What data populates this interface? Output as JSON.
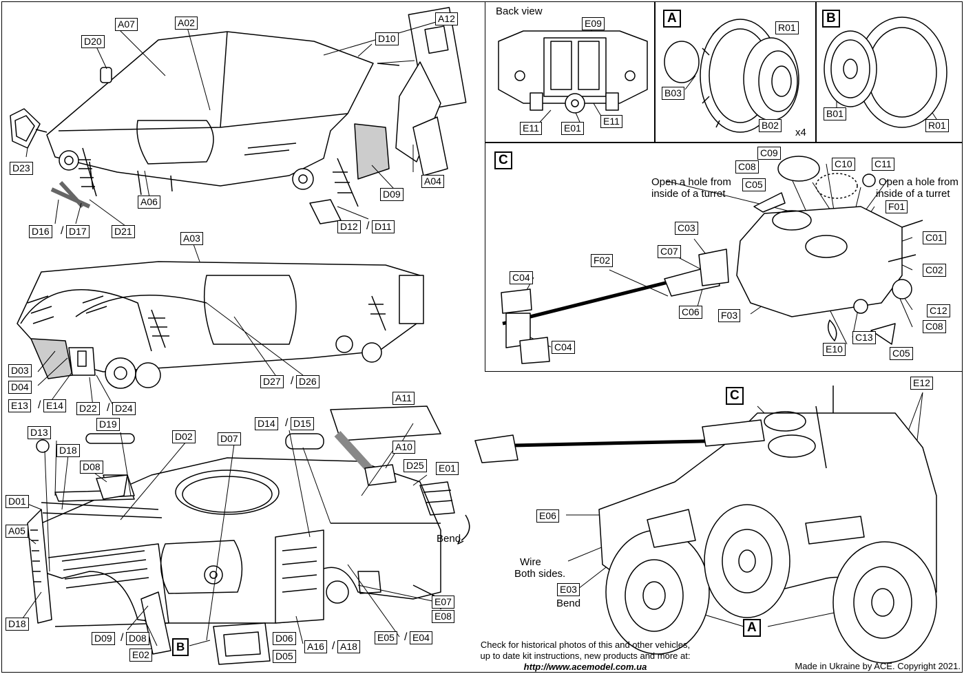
{
  "panels": {
    "back_view": "Back view",
    "detail_a": "A",
    "detail_b": "B",
    "detail_c": "C",
    "c_main": "C",
    "a_main": "A",
    "b_ref": "B",
    "x4": "x4"
  },
  "notes": {
    "hole1a": "Open a hole from",
    "hole1b": "inside of a turret",
    "hole2a": "Open a hole from",
    "hole2b": "inside of a turret",
    "bend1": "Bend",
    "bend2": "Bend",
    "wire1": "Wire",
    "wire2": "Both sides."
  },
  "parts": {
    "A07": "A07",
    "A02": "A02",
    "A12": "A12",
    "D20": "D20",
    "D10": "D10",
    "D23": "D23",
    "A04": "A04",
    "A06": "A06",
    "D09a": "D09",
    "D16": "D16",
    "D17": "D17",
    "D21": "D21",
    "D12": "D12",
    "D11": "D11",
    "A03": "A03",
    "D03": "D03",
    "D04": "D04",
    "E13": "E13",
    "E14": "E14",
    "D22": "D22",
    "D24": "D24",
    "D27": "D27",
    "D26": "D26",
    "E09": "E09",
    "E11a": "E11",
    "E01a": "E01",
    "E11b": "E11",
    "R01a": "R01",
    "B03": "B03",
    "B02": "B02",
    "R01b": "R01",
    "B01": "B01",
    "C09": "C09",
    "C10": "C10",
    "C11": "C11",
    "C08a": "C08",
    "C05a": "C05",
    "F01": "F01",
    "C03": "C03",
    "C01": "C01",
    "C07": "C07",
    "F02": "F02",
    "C02": "C02",
    "C04a": "C04",
    "C12": "C12",
    "C06": "C06",
    "F03": "F03",
    "C08b": "C08",
    "C13": "C13",
    "C04b": "C04",
    "E10": "E10",
    "C05b": "C05",
    "A11": "A11",
    "D13": "D13",
    "D19": "D19",
    "D02": "D02",
    "D07": "D07",
    "D14": "D14",
    "D15": "D15",
    "D18a": "D18",
    "A10": "A10",
    "D08a": "D08",
    "D25": "D25",
    "E01b": "E01",
    "D01": "D01",
    "A05": "A05",
    "E07": "E07",
    "E08": "E08",
    "D18b": "D18",
    "D09b": "D09",
    "D08b": "D08",
    "E02": "E02",
    "D06": "D06",
    "D05": "D05",
    "A16": "A16",
    "A18": "A18",
    "E05": "E05",
    "E04": "E04",
    "E12": "E12",
    "E06": "E06",
    "E03": "E03"
  },
  "footer": {
    "line1": "Check for historical photos of this and  other vehicles,",
    "line2": "up to date kit instructions, new products and more at:",
    "url": "http://www.acemodel.com.ua",
    "copyright": "Made in Ukraine by ACE. Copyright 2021."
  }
}
